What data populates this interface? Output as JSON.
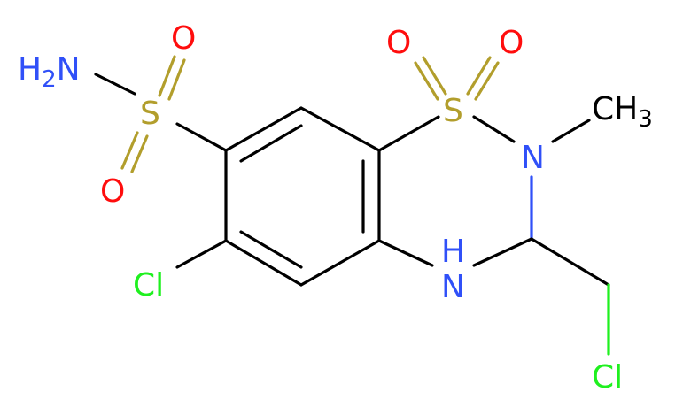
{
  "molecule": {
    "colors": {
      "carbon_bond": "#000000",
      "nitrogen": "#3050F8",
      "oxygen": "#FF0D0D",
      "sulfur": "#B29E2C",
      "chlorine": "#1FF01F"
    },
    "labels": {
      "nh2_main": "H",
      "nh2_sub": "2",
      "nh2_tail": "N",
      "s_sulfonamide": "S",
      "o_top": "O",
      "o_bottom": "O",
      "s_ring": "S",
      "o_ring_left": "O",
      "o_ring_right": "O",
      "n_ring": "N",
      "ch3_main": "CH",
      "ch3_sub": "3",
      "nh_ring": "N",
      "nh_h": "H",
      "cl_aromatic": "Cl",
      "cl_chain": "Cl"
    }
  }
}
